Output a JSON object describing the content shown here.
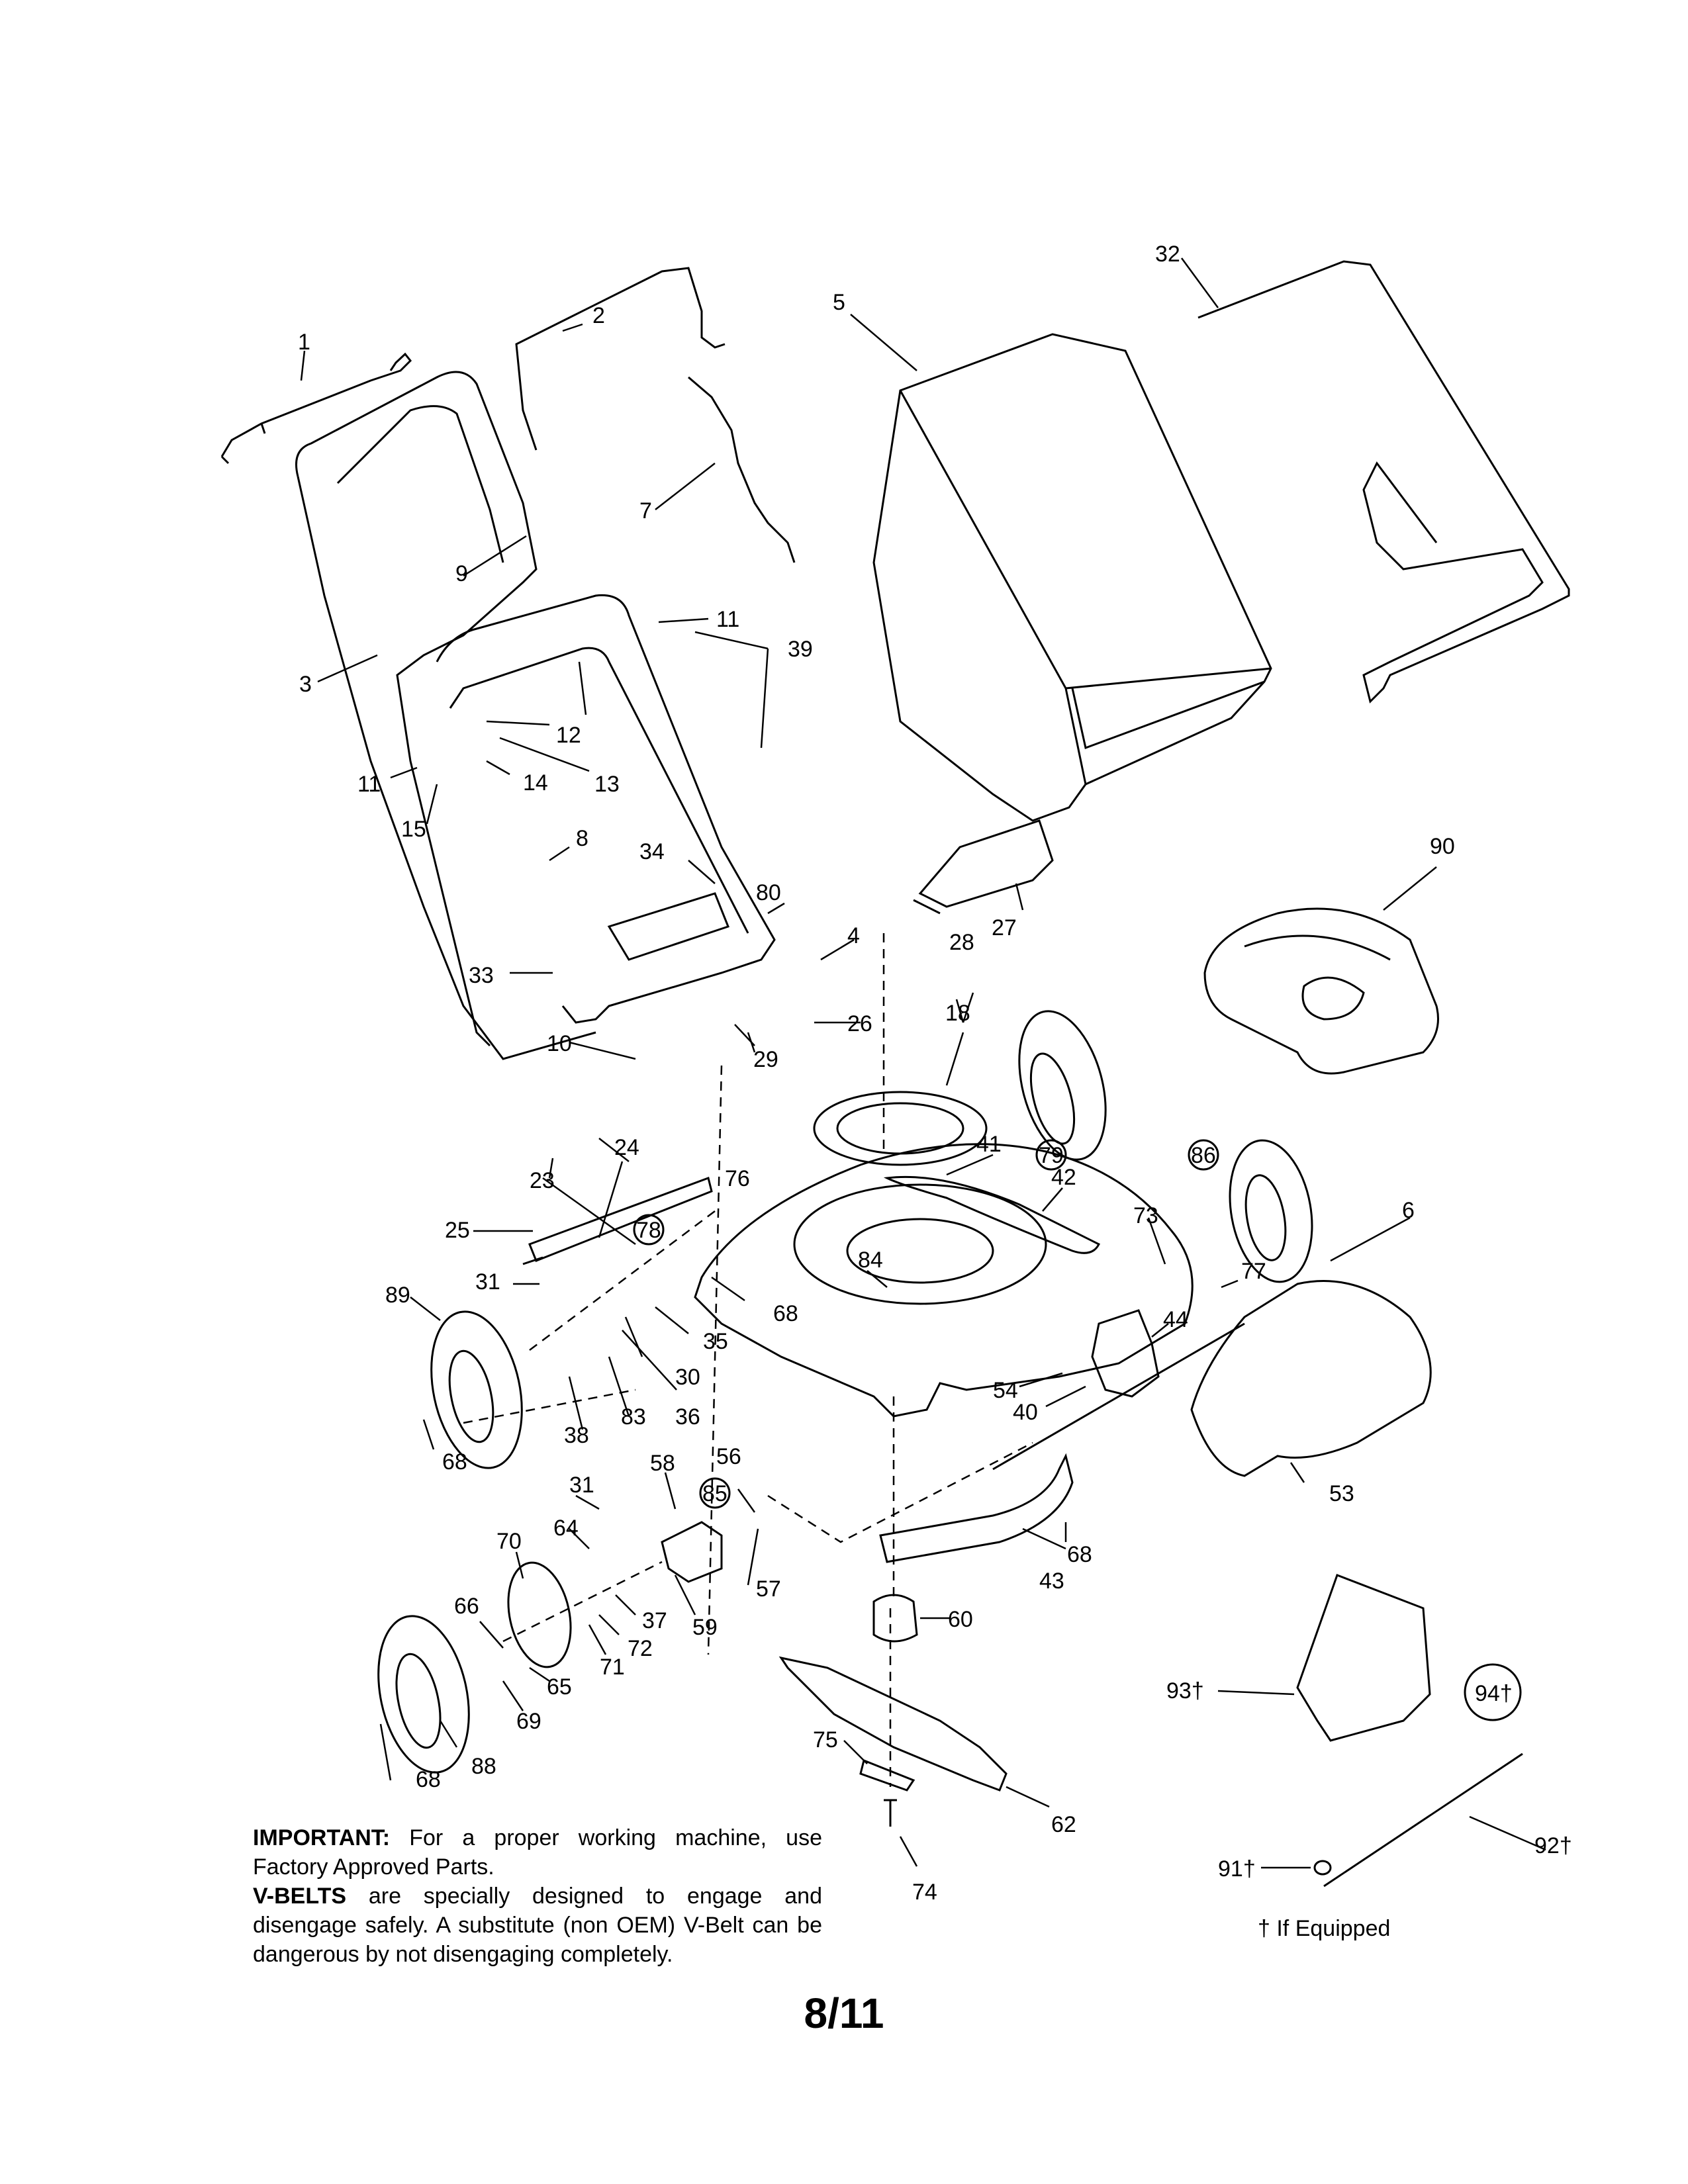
{
  "callouts": [
    {
      "id": "c1",
      "text": "1"
    },
    {
      "id": "c2",
      "text": "2"
    },
    {
      "id": "c3",
      "text": "3"
    },
    {
      "id": "c4",
      "text": "4"
    },
    {
      "id": "c5",
      "text": "5"
    },
    {
      "id": "c6",
      "text": "6"
    },
    {
      "id": "c7",
      "text": "7"
    },
    {
      "id": "c8",
      "text": "8"
    },
    {
      "id": "c9",
      "text": "9"
    },
    {
      "id": "c10",
      "text": "10"
    },
    {
      "id": "c11a",
      "text": "11"
    },
    {
      "id": "c11b",
      "text": "11"
    },
    {
      "id": "c12",
      "text": "12"
    },
    {
      "id": "c13",
      "text": "13"
    },
    {
      "id": "c14",
      "text": "14"
    },
    {
      "id": "c15",
      "text": "15"
    },
    {
      "id": "c18",
      "text": "18"
    },
    {
      "id": "c23",
      "text": "23"
    },
    {
      "id": "c24",
      "text": "24"
    },
    {
      "id": "c25",
      "text": "25"
    },
    {
      "id": "c26",
      "text": "26"
    },
    {
      "id": "c27",
      "text": "27"
    },
    {
      "id": "c28",
      "text": "28"
    },
    {
      "id": "c29",
      "text": "29"
    },
    {
      "id": "c30",
      "text": "30"
    },
    {
      "id": "c31a",
      "text": "31"
    },
    {
      "id": "c31b",
      "text": "31"
    },
    {
      "id": "c32",
      "text": "32"
    },
    {
      "id": "c33",
      "text": "33"
    },
    {
      "id": "c34",
      "text": "34"
    },
    {
      "id": "c35",
      "text": "35"
    },
    {
      "id": "c36",
      "text": "36"
    },
    {
      "id": "c37",
      "text": "37"
    },
    {
      "id": "c38",
      "text": "38"
    },
    {
      "id": "c39",
      "text": "39"
    },
    {
      "id": "c40",
      "text": "40"
    },
    {
      "id": "c41",
      "text": "41"
    },
    {
      "id": "c42",
      "text": "42"
    },
    {
      "id": "c43",
      "text": "43"
    },
    {
      "id": "c44",
      "text": "44"
    },
    {
      "id": "c53",
      "text": "53"
    },
    {
      "id": "c54",
      "text": "54"
    },
    {
      "id": "c56",
      "text": "56"
    },
    {
      "id": "c57",
      "text": "57"
    },
    {
      "id": "c58",
      "text": "58"
    },
    {
      "id": "c59",
      "text": "59"
    },
    {
      "id": "c60",
      "text": "60"
    },
    {
      "id": "c62",
      "text": "62"
    },
    {
      "id": "c64",
      "text": "64"
    },
    {
      "id": "c65",
      "text": "65"
    },
    {
      "id": "c66",
      "text": "66"
    },
    {
      "id": "c68a",
      "text": "68"
    },
    {
      "id": "c68b",
      "text": "68"
    },
    {
      "id": "c68c",
      "text": "68"
    },
    {
      "id": "c68d",
      "text": "68"
    },
    {
      "id": "c69",
      "text": "69"
    },
    {
      "id": "c70",
      "text": "70"
    },
    {
      "id": "c71",
      "text": "71"
    },
    {
      "id": "c72",
      "text": "72"
    },
    {
      "id": "c73",
      "text": "73"
    },
    {
      "id": "c74",
      "text": "74"
    },
    {
      "id": "c75",
      "text": "75"
    },
    {
      "id": "c76",
      "text": "76"
    },
    {
      "id": "c77",
      "text": "77"
    },
    {
      "id": "c78",
      "text": "78"
    },
    {
      "id": "c79",
      "text": "79"
    },
    {
      "id": "c80",
      "text": "80"
    },
    {
      "id": "c83",
      "text": "83"
    },
    {
      "id": "c84",
      "text": "84"
    },
    {
      "id": "c85",
      "text": "85"
    },
    {
      "id": "c86",
      "text": "86"
    },
    {
      "id": "c88",
      "text": "88"
    },
    {
      "id": "c89",
      "text": "89"
    },
    {
      "id": "c90",
      "text": "90"
    },
    {
      "id": "c91",
      "text": "91†"
    },
    {
      "id": "c92",
      "text": "92†"
    },
    {
      "id": "c93",
      "text": "93†"
    },
    {
      "id": "c94",
      "text": "94†"
    }
  ],
  "notes": {
    "important_label": "IMPORTANT:",
    "important_text": " For a proper working machine, use Factory Approved Parts.",
    "vbelts_label": "V-BELTS",
    "vbelts_text": " are specially designed to engage and disengage safely.  A substitute (non OEM) V-Belt can be dangerous by not disengaging completely."
  },
  "footnote": "† If Equipped",
  "page_number": "8/11"
}
